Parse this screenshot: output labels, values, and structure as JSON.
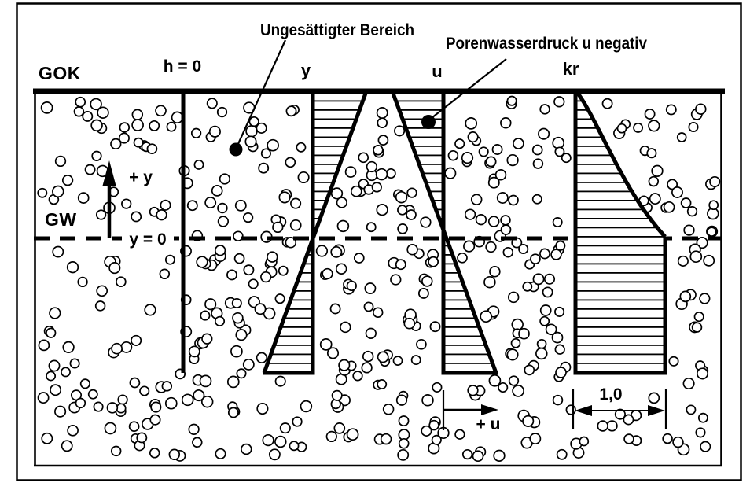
{
  "figure": {
    "callouts": {
      "unsaturated_zone": "Ungesättigter Bereich",
      "negative_pore_pressure": "Porenwasserdruck u negativ"
    },
    "labels": {
      "ground_surface": "GOK",
      "groundwater_table": "GW",
      "head_zero": "h = 0",
      "y_axis": "y",
      "u_axis": "u",
      "kr_axis": "kr",
      "positive_y_direction": "+ y",
      "y_zero_datum": "y = 0",
      "positive_u_direction": "+ u",
      "kr_scale_value": "1,0"
    },
    "colors": {
      "ink": "#000000",
      "paper": "#ffffff"
    }
  }
}
